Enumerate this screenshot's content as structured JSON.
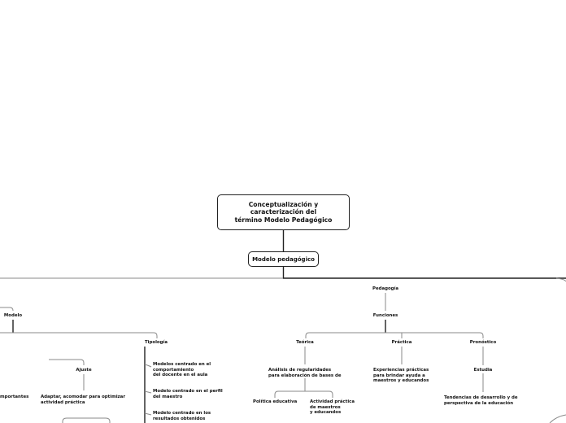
{
  "root": {
    "line1": "Conceptualización y",
    "line2": "caracterización del",
    "line3": "término Modelo Pedagógico"
  },
  "main_topic": "Modelo pedagógico",
  "nodes": {
    "pedagogia": "Pedagogía",
    "funciones": "Funciones",
    "teorica": "Teórica",
    "practica": "Práctica",
    "pronostico": "Pronóstico",
    "analisis": [
      "Análisis de regularidades",
      "para elaboración de bases de"
    ],
    "experiencias": [
      "Experiencias prácticas",
      "para brindar ayuda a",
      "maestros y educandos"
    ],
    "estudia": "Estudia",
    "tendencias": [
      "Tendencias de desarrollo y de",
      "perspectiva de la educación"
    ],
    "politica": "Política educativa",
    "actividad": [
      "Actividad práctica",
      "de maestros",
      "y educandos"
    ],
    "modelo": "Modelo",
    "tipologia": "Tipología",
    "ajuste": "Ajuste",
    "adaptar": [
      "Adaptar, acomodar para optimizar",
      "actividad práctica"
    ],
    "importantes": "mportantes",
    "tipo1": [
      "Modelos centrado en el",
      "comportamiento",
      "del docente en el aula"
    ],
    "tipo2": [
      "Modelo centrado en el perfil",
      "del maestro"
    ],
    "tipo3": [
      "Modelo centrado en los",
      "resultados obtenidos"
    ]
  }
}
